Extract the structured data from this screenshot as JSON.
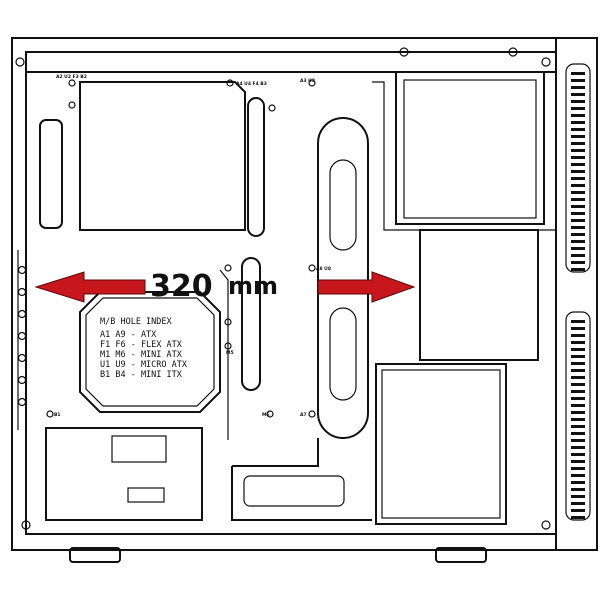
{
  "dimension": {
    "value": "320",
    "unit": "mm",
    "arrow_color": "#c8161d"
  },
  "hole_index": {
    "title": "M/B HOLE INDEX",
    "rows": [
      "A1 A9 - ATX",
      "F1 F6 - FLEX ATX",
      "M1 M6 - MINI ATX",
      "U1 U9 - MICRO ATX",
      "B1 B4 - MINI ITX"
    ]
  },
  "hole_labels": {
    "top_center": "A4 U4 F4 B3",
    "top_right": "A3 U3",
    "left_top": "A2 U2 F3 B2",
    "mid_m5": "M5",
    "mid_a8": "A8 U8",
    "mid_a7": "A7",
    "mid_m6": "M6",
    "bottom_left": "B1"
  }
}
